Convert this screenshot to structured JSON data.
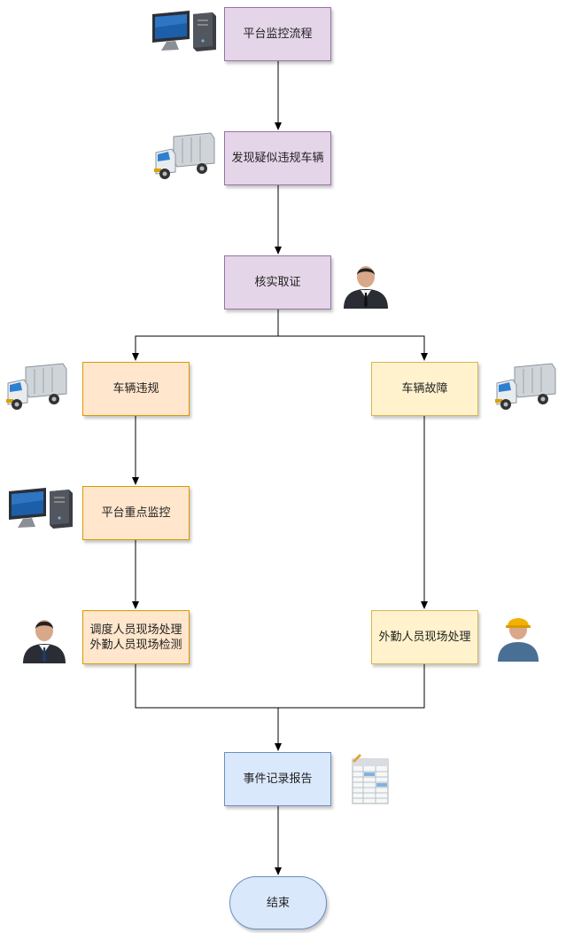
{
  "nodes": {
    "start": "平台监控流程",
    "discover": "发现疑似违规车辆",
    "verify": "核实取证",
    "violation": "车辆违规",
    "fault": "车辆故障",
    "monitor": "平台重点监控",
    "dispatch": "调度人员现场处理外勤人员现场检测",
    "field": "外勤人员现场处理",
    "report": "事件记录报告",
    "end": "结束"
  },
  "icons": {
    "start": "computer-icon",
    "discover": "truck-icon",
    "verify": "businessman-icon",
    "violation": "truck-icon",
    "fault": "truck-icon",
    "monitor": "computer-icon",
    "dispatch": "businessman-icon",
    "field": "worker-icon",
    "report": "spreadsheet-icon"
  },
  "colors": {
    "purple_fill": "#e4d5e8",
    "orange_fill": "#ffe6cc",
    "yellow_fill": "#fff2cc",
    "blue_fill": "#dae8fc"
  }
}
